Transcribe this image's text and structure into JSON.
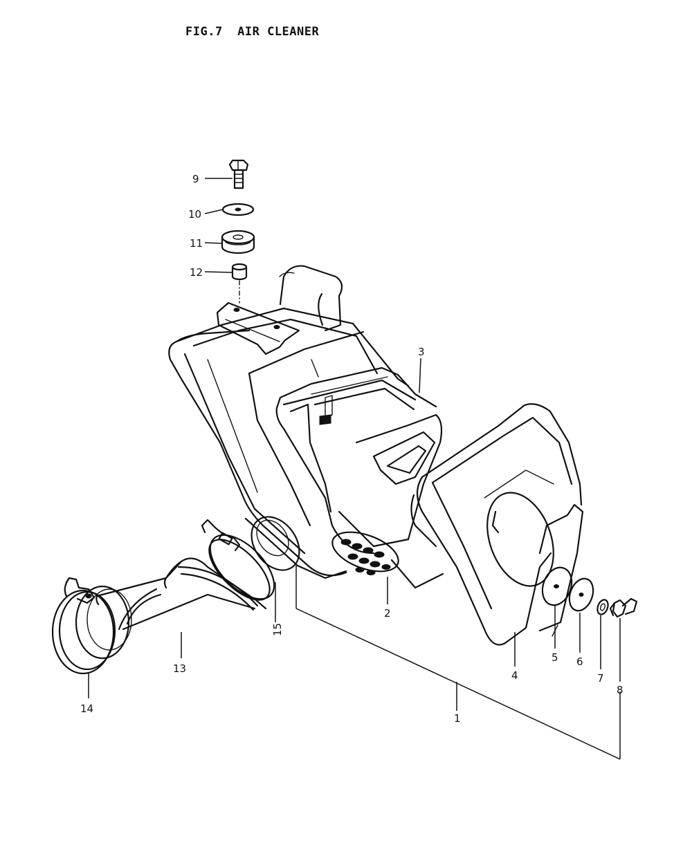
{
  "title": "FIG.7  AIR CLEANER",
  "callouts": {
    "c1": "1",
    "c2": "2",
    "c3": "3",
    "c4": "4",
    "c5": "5",
    "c6": "6",
    "c7": "7",
    "c8": "8",
    "c9": "9",
    "c10": "10",
    "c11": "11",
    "c12": "12",
    "c13": "13",
    "c14": "14",
    "c15": "15"
  }
}
